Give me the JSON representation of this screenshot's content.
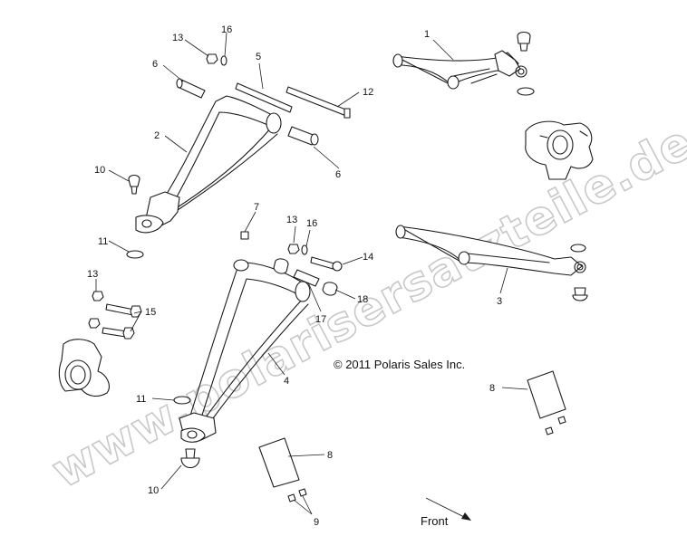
{
  "copyright": "© 2011 Polaris Sales Inc.",
  "front_label": "Front",
  "watermark": "www.polarisersatzteile.de",
  "callouts": {
    "c1": "1",
    "c2": "2",
    "c3": "3",
    "c4": "4",
    "c5": "5",
    "c6a": "6",
    "c6b": "6",
    "c7": "7",
    "c8a": "8",
    "c8b": "8",
    "c9": "9",
    "c10a": "10",
    "c10b": "10",
    "c11a": "11",
    "c11b": "11",
    "c12": "12",
    "c13a": "13",
    "c13b": "13",
    "c13c": "13",
    "c14": "14",
    "c15": "15",
    "c16a": "16",
    "c16b": "16",
    "c17": "17",
    "c18": "18"
  }
}
